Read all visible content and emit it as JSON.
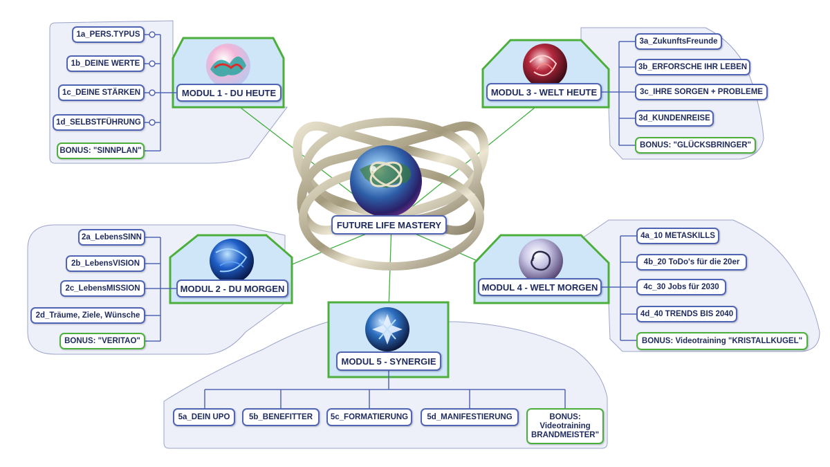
{
  "central": {
    "label": "FUTURE LIFE MASTERY"
  },
  "modules": {
    "m1": {
      "title": "MODUL 1 - DU HEUTE",
      "items": [
        "1a_PERS.TYPUS",
        "1b_DEINE WERTE",
        "1c_DEINE STÄRKEN",
        "1d_SELBSTFÜHRUNG"
      ],
      "bonus": "BONUS: \"SINNPLAN\""
    },
    "m2": {
      "title": "MODUL 2 - DU MORGEN",
      "items": [
        "2a_LebensSINN",
        "2b_LebensVISION",
        "2c_LebensMISSION",
        "2d_Träume, Ziele, Wünsche"
      ],
      "bonus": "BONUS: \"VERITAO\""
    },
    "m3": {
      "title": "MODUL 3 - WELT HEUTE",
      "items": [
        "3a_ZukunftsFreunde",
        "3b_ERFORSCHE IHR LEBEN",
        "3c_IHRE SORGEN + PROBLEME",
        "3d_KUNDENREISE"
      ],
      "bonus": "BONUS: \"GLÜCKSBRINGER\""
    },
    "m4": {
      "title": "MODUL 4 - WELT MORGEN",
      "items": [
        "4a_10 METASKILLS",
        "4b_20 ToDo's für die 20er",
        "4c_30 Jobs für 2030",
        "4d_40 TRENDS BIS 2040"
      ],
      "bonus": "BONUS: Videotraining \"KRISTALLKUGEL\""
    },
    "m5": {
      "title": "MODUL 5 - SYNERGIE",
      "items": [
        "5a_DEIN UPO",
        "5b_BENEFITTER",
        "5c_FORMATIERUNG",
        "5d_MANIFESTIERUNG"
      ],
      "bonus_lines": [
        "BONUS:",
        "Videotraining",
        "BRANDMEISTER\""
      ]
    }
  },
  "colors": {
    "connector": "#5064b4",
    "bonus_border": "#4caf3c",
    "module_frame": "#4caf3c",
    "module_fill": "#cfe6f8",
    "region_fill": "#eef0f9",
    "spoke": "#3fae3f",
    "ring": "#b5ab8f"
  },
  "icons": [
    "atom-rings-logo",
    "earth-globe-icon",
    "abstract-wave-icon",
    "blue-swirl-icon",
    "red-swirl-icon",
    "spiral-orb-icon",
    "star-crystal-icon"
  ]
}
